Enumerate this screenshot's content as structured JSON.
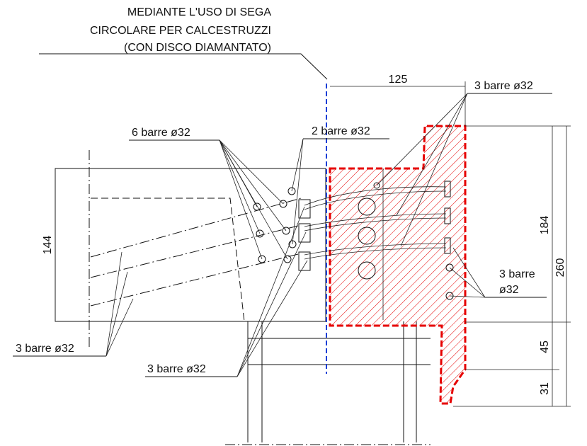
{
  "note": {
    "lines": [
      "MEDIANTE L'USO DI SEGA",
      "CIRCOLARE PER CALCESTRUZZI",
      "(CON DISCO DIAMANTATO)"
    ]
  },
  "labels": {
    "six_bars": "6 barre ø32",
    "two_bars": "2 barre ø32",
    "three_bars_top": "3 barre ø32",
    "three_bars_right": [
      "3 barre",
      "ø32"
    ],
    "three_bars_left": "3 barre ø32",
    "three_bars_bottom": "3 barre ø32"
  },
  "dims": {
    "d125": "125",
    "d184": "184",
    "d260": "260",
    "d45": "45",
    "d31": "31",
    "d144": "144"
  },
  "colors": {
    "demolition": "#e60000",
    "saw_cut": "#1a3fd6",
    "lines": "#111111"
  }
}
